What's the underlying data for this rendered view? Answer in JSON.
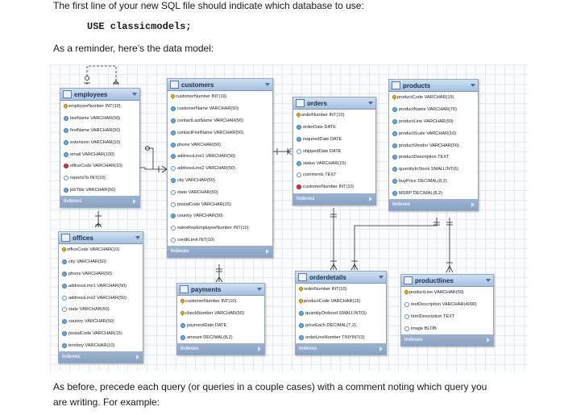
{
  "intro_text": "The first line of your new SQL file should indicate which database to use:",
  "code_line": "USE classicmodels;",
  "reminder_text": "As a reminder, here’s the data model:",
  "bottom_text_line1": "As before, precede each query (or queries in a couple cases) with a comment noting which query you",
  "bottom_text_line2": "are writing. For example:",
  "footer_label": "Indexes",
  "tables": {
    "employees": {
      "title": "employees",
      "columns": [
        {
          "text": "employeeNumber INT(10)",
          "kind": "pk"
        },
        {
          "text": "lastName VARCHAR(50)",
          "kind": "nn"
        },
        {
          "text": "firstName VARCHAR(50)",
          "kind": "nn"
        },
        {
          "text": "extension VARCHAR(10)",
          "kind": "nn"
        },
        {
          "text": "email VARCHAR(100)",
          "kind": "nn"
        },
        {
          "text": "officeCode VARCHAR(10)",
          "kind": "fk"
        },
        {
          "text": "reportsTo INT(10)",
          "kind": "null"
        },
        {
          "text": "jobTitle VARCHAR(50)",
          "kind": "nn"
        }
      ]
    },
    "offices": {
      "title": "offices",
      "columns": [
        {
          "text": "officeCode VARCHAR(10)",
          "kind": "pk"
        },
        {
          "text": "city VARCHAR(50)",
          "kind": "nn"
        },
        {
          "text": "phone VARCHAR(50)",
          "kind": "nn"
        },
        {
          "text": "addressLine1 VARCHAR(50)",
          "kind": "nn"
        },
        {
          "text": "addressLine2 VARCHAR(50)",
          "kind": "null"
        },
        {
          "text": "state VARCHAR(50)",
          "kind": "null"
        },
        {
          "text": "country VARCHAR(50)",
          "kind": "nn"
        },
        {
          "text": "postalCode VARCHAR(15)",
          "kind": "nn"
        },
        {
          "text": "territory VARCHAR(10)",
          "kind": "nn"
        }
      ]
    },
    "customers": {
      "title": "customers",
      "columns": [
        {
          "text": "customerNumber INT(10)",
          "kind": "pk"
        },
        {
          "text": "customerName VARCHAR(50)",
          "kind": "nn"
        },
        {
          "text": "contactLastName VARCHAR(50)",
          "kind": "nn"
        },
        {
          "text": "contactFirstName VARCHAR(50)",
          "kind": "nn"
        },
        {
          "text": "phone VARCHAR(50)",
          "kind": "nn"
        },
        {
          "text": "addressLine1 VARCHAR(50)",
          "kind": "nn"
        },
        {
          "text": "addressLine2 VARCHAR(50)",
          "kind": "null"
        },
        {
          "text": "city VARCHAR(50)",
          "kind": "nn"
        },
        {
          "text": "state VARCHAR(50)",
          "kind": "null"
        },
        {
          "text": "postalCode VARCHAR(15)",
          "kind": "null"
        },
        {
          "text": "country VARCHAR(50)",
          "kind": "nn"
        },
        {
          "text": "salesRepEmployeeNumber INT(10)",
          "kind": "null"
        },
        {
          "text": "creditLimit INT(10)",
          "kind": "null"
        }
      ]
    },
    "orders": {
      "title": "orders",
      "columns": [
        {
          "text": "orderNumber INT(10)",
          "kind": "pk"
        },
        {
          "text": "orderDate DATE",
          "kind": "nn"
        },
        {
          "text": "requiredDate DATE",
          "kind": "nn"
        },
        {
          "text": "shippedDate DATE",
          "kind": "null"
        },
        {
          "text": "status VARCHAR(15)",
          "kind": "nn"
        },
        {
          "text": "comments TEXT",
          "kind": "null"
        },
        {
          "text": "customerNumber INT(10)",
          "kind": "fk"
        }
      ]
    },
    "payments": {
      "title": "payments",
      "columns": [
        {
          "text": "customerNumber INT(10)",
          "kind": "pk"
        },
        {
          "text": "checkNumber VARCHAR(50)",
          "kind": "pk"
        },
        {
          "text": "paymentDate DATE",
          "kind": "nn"
        },
        {
          "text": "amount DECIMAL(8,2)",
          "kind": "nn"
        }
      ]
    },
    "orderdetails": {
      "title": "orderdetails",
      "columns": [
        {
          "text": "orderNumber INT(10)",
          "kind": "pk"
        },
        {
          "text": "productCode VARCHAR(15)",
          "kind": "pk"
        },
        {
          "text": "quantityOrdered SMALLINT(5)",
          "kind": "nn"
        },
        {
          "text": "priceEach DECIMAL(7,2)",
          "kind": "nn"
        },
        {
          "text": "orderLineNumber TINYINT(3)",
          "kind": "nn"
        }
      ]
    },
    "products": {
      "title": "products",
      "columns": [
        {
          "text": "productCode VARCHAR(15)",
          "kind": "pk"
        },
        {
          "text": "productName VARCHAR(70)",
          "kind": "nn"
        },
        {
          "text": "productLine VARCHAR(50)",
          "kind": "nn"
        },
        {
          "text": "productScale VARCHAR(10)",
          "kind": "nn"
        },
        {
          "text": "productVendor VARCHAR(50)",
          "kind": "nn"
        },
        {
          "text": "productDescription TEXT",
          "kind": "nn"
        },
        {
          "text": "quantityInStock SMALLINT(6)",
          "kind": "nn"
        },
        {
          "text": "buyPrice DECIMAL(8,2)",
          "kind": "nn"
        },
        {
          "text": "MSRP DECIMAL(8,2)",
          "kind": "nn"
        }
      ]
    },
    "productlines": {
      "title": "productlines",
      "columns": [
        {
          "text": "productLine VARCHAR(50)",
          "kind": "pk"
        },
        {
          "text": "textDescription VARCHAR(4000)",
          "kind": "null"
        },
        {
          "text": "htmlDescription TEXT",
          "kind": "null"
        },
        {
          "text": "image BLOB",
          "kind": "null"
        }
      ]
    }
  }
}
